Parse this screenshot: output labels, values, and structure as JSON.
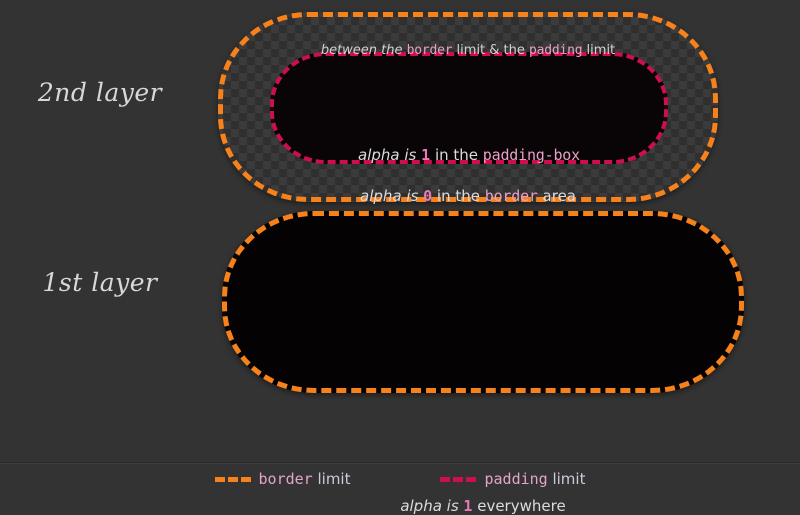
{
  "background_color": "#333333",
  "colors": {
    "border_limit": "#f7821b",
    "padding_limit": "#cf0f4c",
    "text": "#dcdcdc",
    "mono_accent": "#e8a0c8",
    "number_accent": "#e97ab8",
    "checkerboard_light": "#3b3b3b",
    "checkerboard_dark": "#2f2f2f",
    "fill_black": "#050203"
  },
  "labels": {
    "second_layer": "2nd layer",
    "first_layer": "1st layer"
  },
  "captions": {
    "between": {
      "part1": "between the ",
      "mono1": "border",
      "part2": " limit & the ",
      "mono2": "padding",
      "part3": " limit"
    },
    "padding_box": {
      "part1": "alpha is ",
      "value": "1",
      "part2": " in the ",
      "mono": "padding-box"
    },
    "border_area": {
      "part1": "alpha is ",
      "value": "0",
      "part2": " in the ",
      "mono": "border",
      "part3": " area"
    },
    "everywhere": {
      "part1": "alpha is ",
      "value": "1",
      "part2": " everywhere"
    }
  },
  "legend": {
    "items": [
      {
        "mono": "border",
        "rest": " limit",
        "color": "#f7821b",
        "swatch": "dashed-line-orange"
      },
      {
        "mono": "padding",
        "rest": " limit",
        "color": "#cf0f4c",
        "swatch": "dashed-line-crimson"
      }
    ]
  }
}
